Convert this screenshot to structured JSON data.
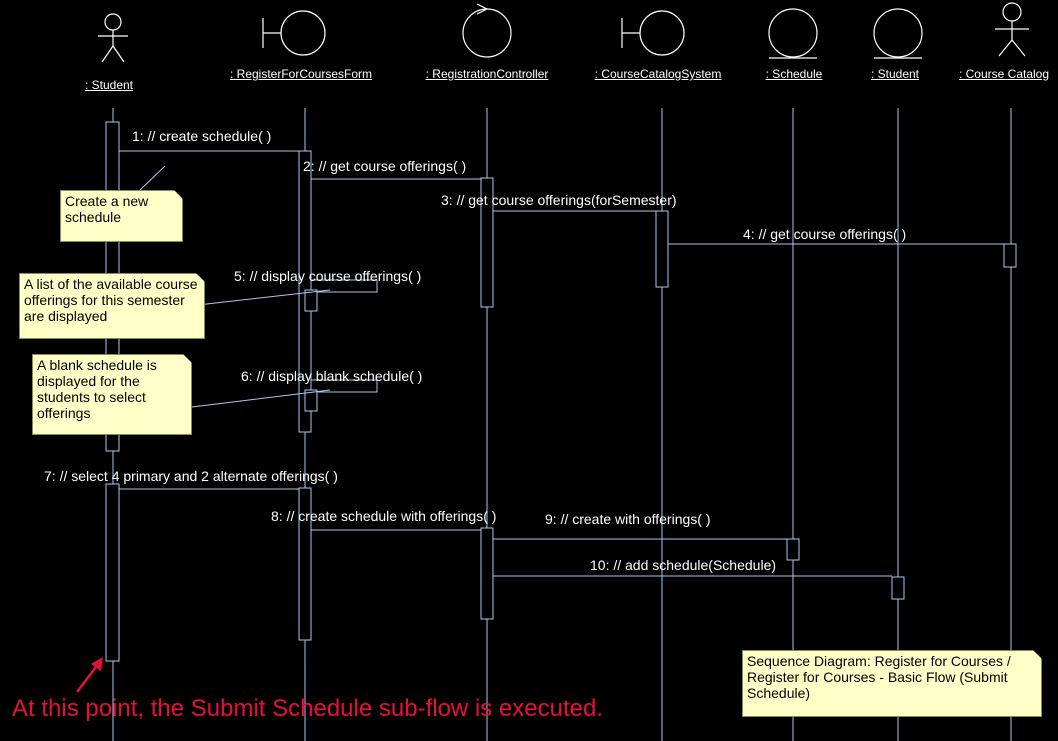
{
  "lifelines": [
    {
      "name": ": Student",
      "icon": "actor-icon"
    },
    {
      "name": ": RegisterForCoursesForm",
      "icon": "boundary-icon"
    },
    {
      "name": ": RegistrationController",
      "icon": "control-icon"
    },
    {
      "name": ": CourseCatalogSystem",
      "icon": "boundary-icon"
    },
    {
      "name": ": Schedule",
      "icon": "entity-icon"
    },
    {
      "name": ": Student",
      "icon": "entity-icon"
    },
    {
      "name": ": Course Catalog",
      "icon": "actor-icon"
    }
  ],
  "messages": [
    "1: // create schedule( )",
    "2: // get course offerings( )",
    "3: // get course offerings(forSemester)",
    "4: // get course offerings( )",
    "5: // display course offerings( )",
    "6: // display blank schedule( )",
    "7: // select 4 primary and 2 alternate offerings( )",
    "8: // create schedule with offerings( )",
    "9: // create with offerings( )",
    "10: // add schedule(Schedule)"
  ],
  "notes": [
    "Create a new schedule",
    "A list of the available course offerings for this semester are displayed",
    "A blank schedule is displayed for the students to select offerings",
    "Sequence Diagram: Register for Courses / Register for Courses - Basic Flow (Submit Schedule)"
  ],
  "callout": "At this point, the Submit Schedule sub-flow is executed.",
  "colors": {
    "background": "#000000",
    "line": "#a8c8f0",
    "note_fill": "#ffffc8",
    "callout": "#e8103a",
    "text": "#ffffff"
  }
}
